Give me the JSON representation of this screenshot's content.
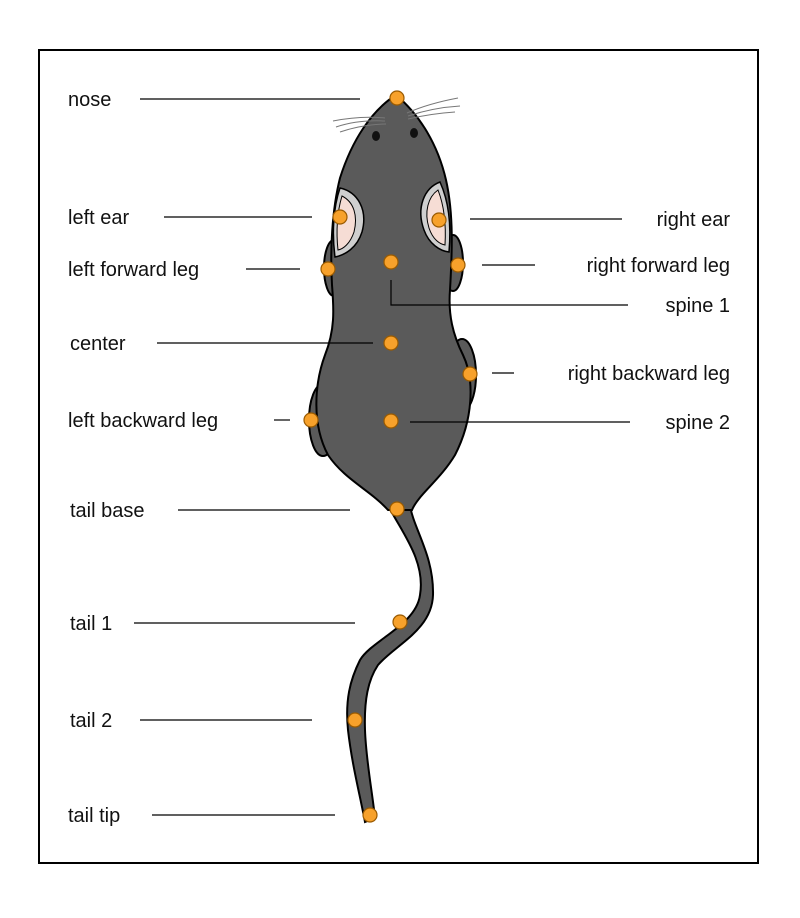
{
  "labels": {
    "nose": "nose",
    "left_ear": "left ear",
    "right_ear": "right ear",
    "left_forward_leg": "left forward leg",
    "right_forward_leg": "right forward leg",
    "spine_1": "spine 1",
    "center": "center",
    "right_backward_leg": "right backward leg",
    "left_backward_leg": "left backward leg",
    "spine_2": "spine 2",
    "tail_base": "tail base",
    "tail_1": "tail 1",
    "tail_2": "tail 2",
    "tail_tip": "tail tip"
  },
  "colors": {
    "body": "#5a5a5a",
    "outline": "#000000",
    "ear_outer": "#cfcfcf",
    "ear_inner": "#f6ddd5",
    "keypoint": "#f7a12b",
    "keypoint_stroke": "#9a5a00",
    "leader_line": "#000000"
  }
}
